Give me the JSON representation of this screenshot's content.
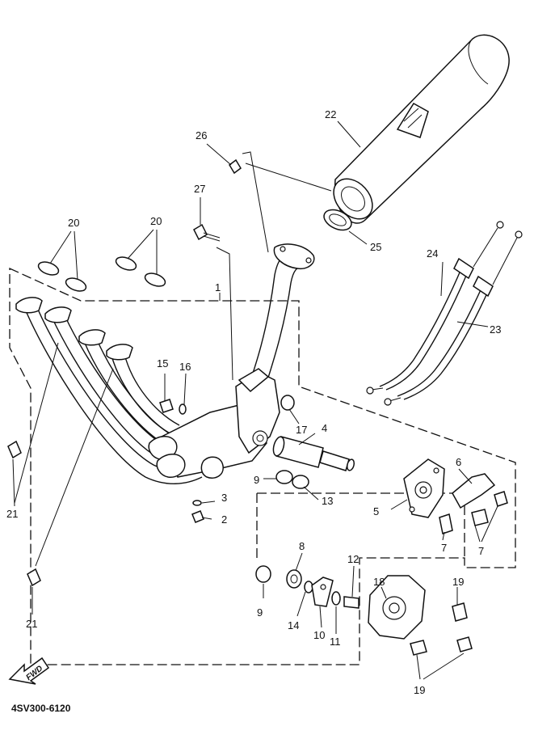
{
  "diagram_code": "4SV300-6120",
  "fwd_label": "FWD",
  "callouts": {
    "c1": "1",
    "c2": "2",
    "c3": "3",
    "c4": "4",
    "c5": "5",
    "c6": "6",
    "c7a": "7",
    "c7b": "7",
    "c8": "8",
    "c9a": "9",
    "c9b": "9",
    "c10": "10",
    "c11": "11",
    "c12": "12",
    "c13": "13",
    "c14": "14",
    "c15": "15",
    "c16": "16",
    "c17": "17",
    "c18": "18",
    "c19a": "19",
    "c19b": "19",
    "c20a": "20",
    "c20b": "20",
    "c21a": "21",
    "c21b": "21",
    "c22": "22",
    "c23": "23",
    "c24": "24",
    "c25": "25",
    "c26": "26",
    "c27": "27"
  }
}
